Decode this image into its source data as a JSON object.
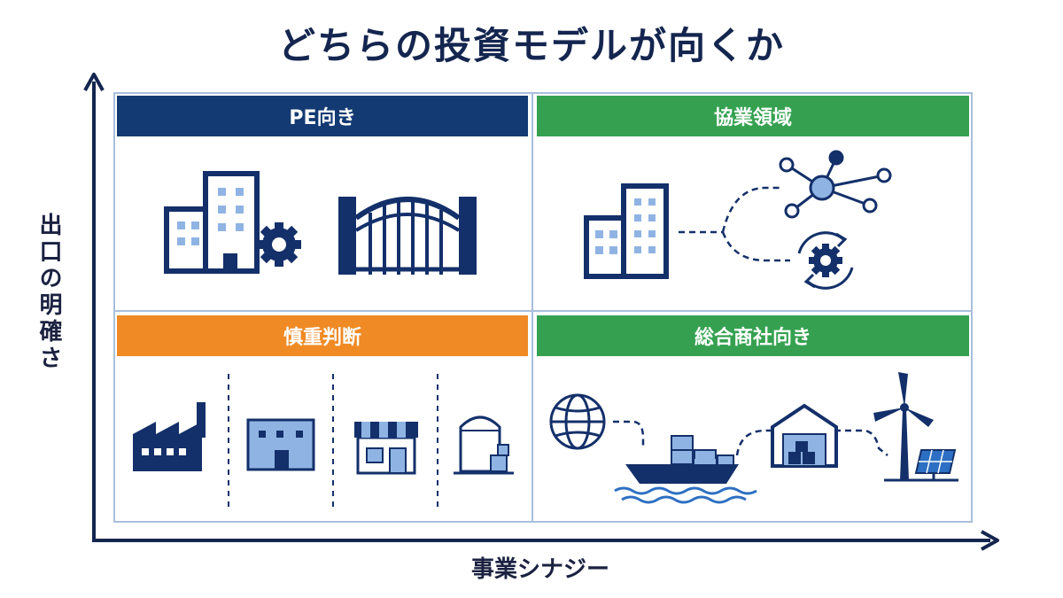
{
  "title": "どちらの投資モデルが向くか",
  "y_axis_label": "出口の明確さ",
  "x_axis_label": "事業シナジー",
  "quadrants": {
    "top_left": {
      "label": "PE向き",
      "color": "#133a72",
      "icons": [
        "office-building-icon",
        "gear-icon",
        "gate-icon"
      ]
    },
    "top_right": {
      "label": "協業領域",
      "color": "#35a150",
      "icons": [
        "office-building-icon",
        "network-icon",
        "gear-cycle-icon"
      ]
    },
    "bottom_left": {
      "label": "慎重判断",
      "color": "#ef8a24",
      "icons": [
        "factory-icon",
        "warehouse-icon",
        "storefront-icon",
        "storage-tank-icon"
      ]
    },
    "bottom_right": {
      "label": "総合商社向き",
      "color": "#35a150",
      "icons": [
        "globe-icon",
        "cargo-ship-icon",
        "warehouse-icon",
        "wind-turbine-icon",
        "solar-panel-icon"
      ]
    }
  },
  "colors": {
    "navy": "#133a72",
    "green": "#35a150",
    "orange": "#ef8a24",
    "icon_navy": "#14306a",
    "icon_light": "#8fb4e3",
    "grid_border": "#a9bfdc",
    "axis": "#14264f"
  }
}
